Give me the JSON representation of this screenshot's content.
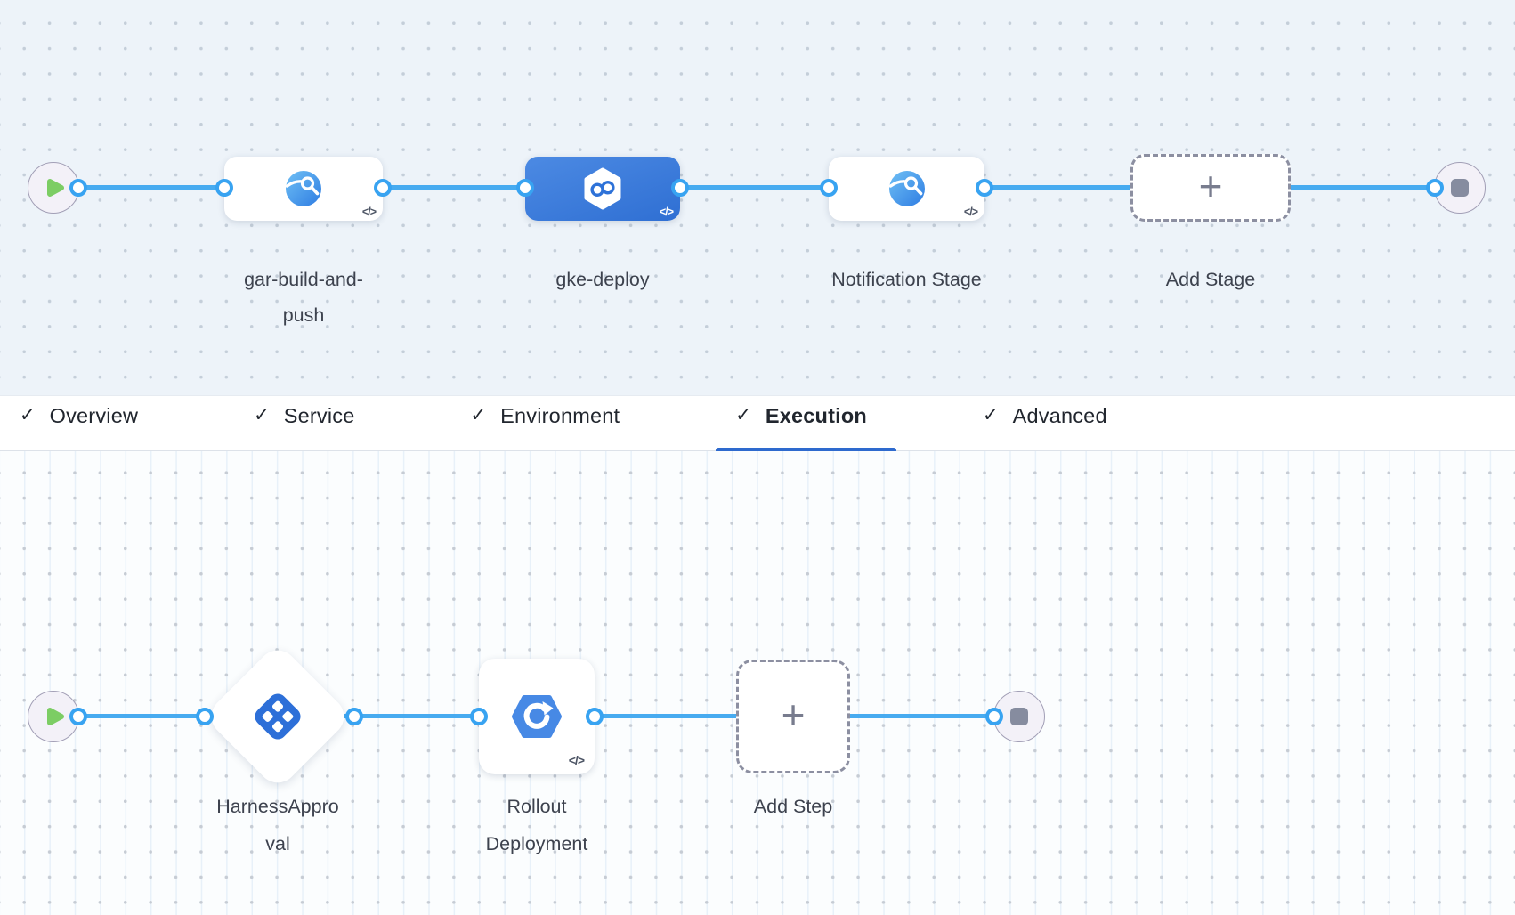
{
  "pipeline": {
    "stages": [
      {
        "name": "gar-build-and-push",
        "type": "build-stage",
        "selected": false
      },
      {
        "name": "gke-deploy",
        "type": "deploy-stage",
        "selected": true
      },
      {
        "name": "Notification Stage",
        "type": "custom-stage",
        "selected": false
      }
    ],
    "add_stage_label": "Add Stage"
  },
  "tabs": [
    {
      "label": "Overview",
      "checked": true,
      "active": false
    },
    {
      "label": "Service",
      "checked": true,
      "active": false
    },
    {
      "label": "Environment",
      "checked": true,
      "active": false
    },
    {
      "label": "Execution",
      "checked": true,
      "active": true
    },
    {
      "label": "Advanced",
      "checked": true,
      "active": false
    }
  ],
  "execution": {
    "steps": [
      {
        "name": "HarnessApproval",
        "type": "harness-approval"
      },
      {
        "name": "Rollout Deployment",
        "type": "gke-rollout"
      }
    ],
    "add_step_label": "Add Step"
  },
  "icons": {
    "check": "✓",
    "plus": "+",
    "code": "</>"
  },
  "colors": {
    "connector": "#47abf0",
    "selected_stage": "#3478d8",
    "active_tab_underline": "#2e6ace",
    "canvas_top_bg": "#edf3f9",
    "canvas_bottom_bg": "#fbfdfe"
  }
}
